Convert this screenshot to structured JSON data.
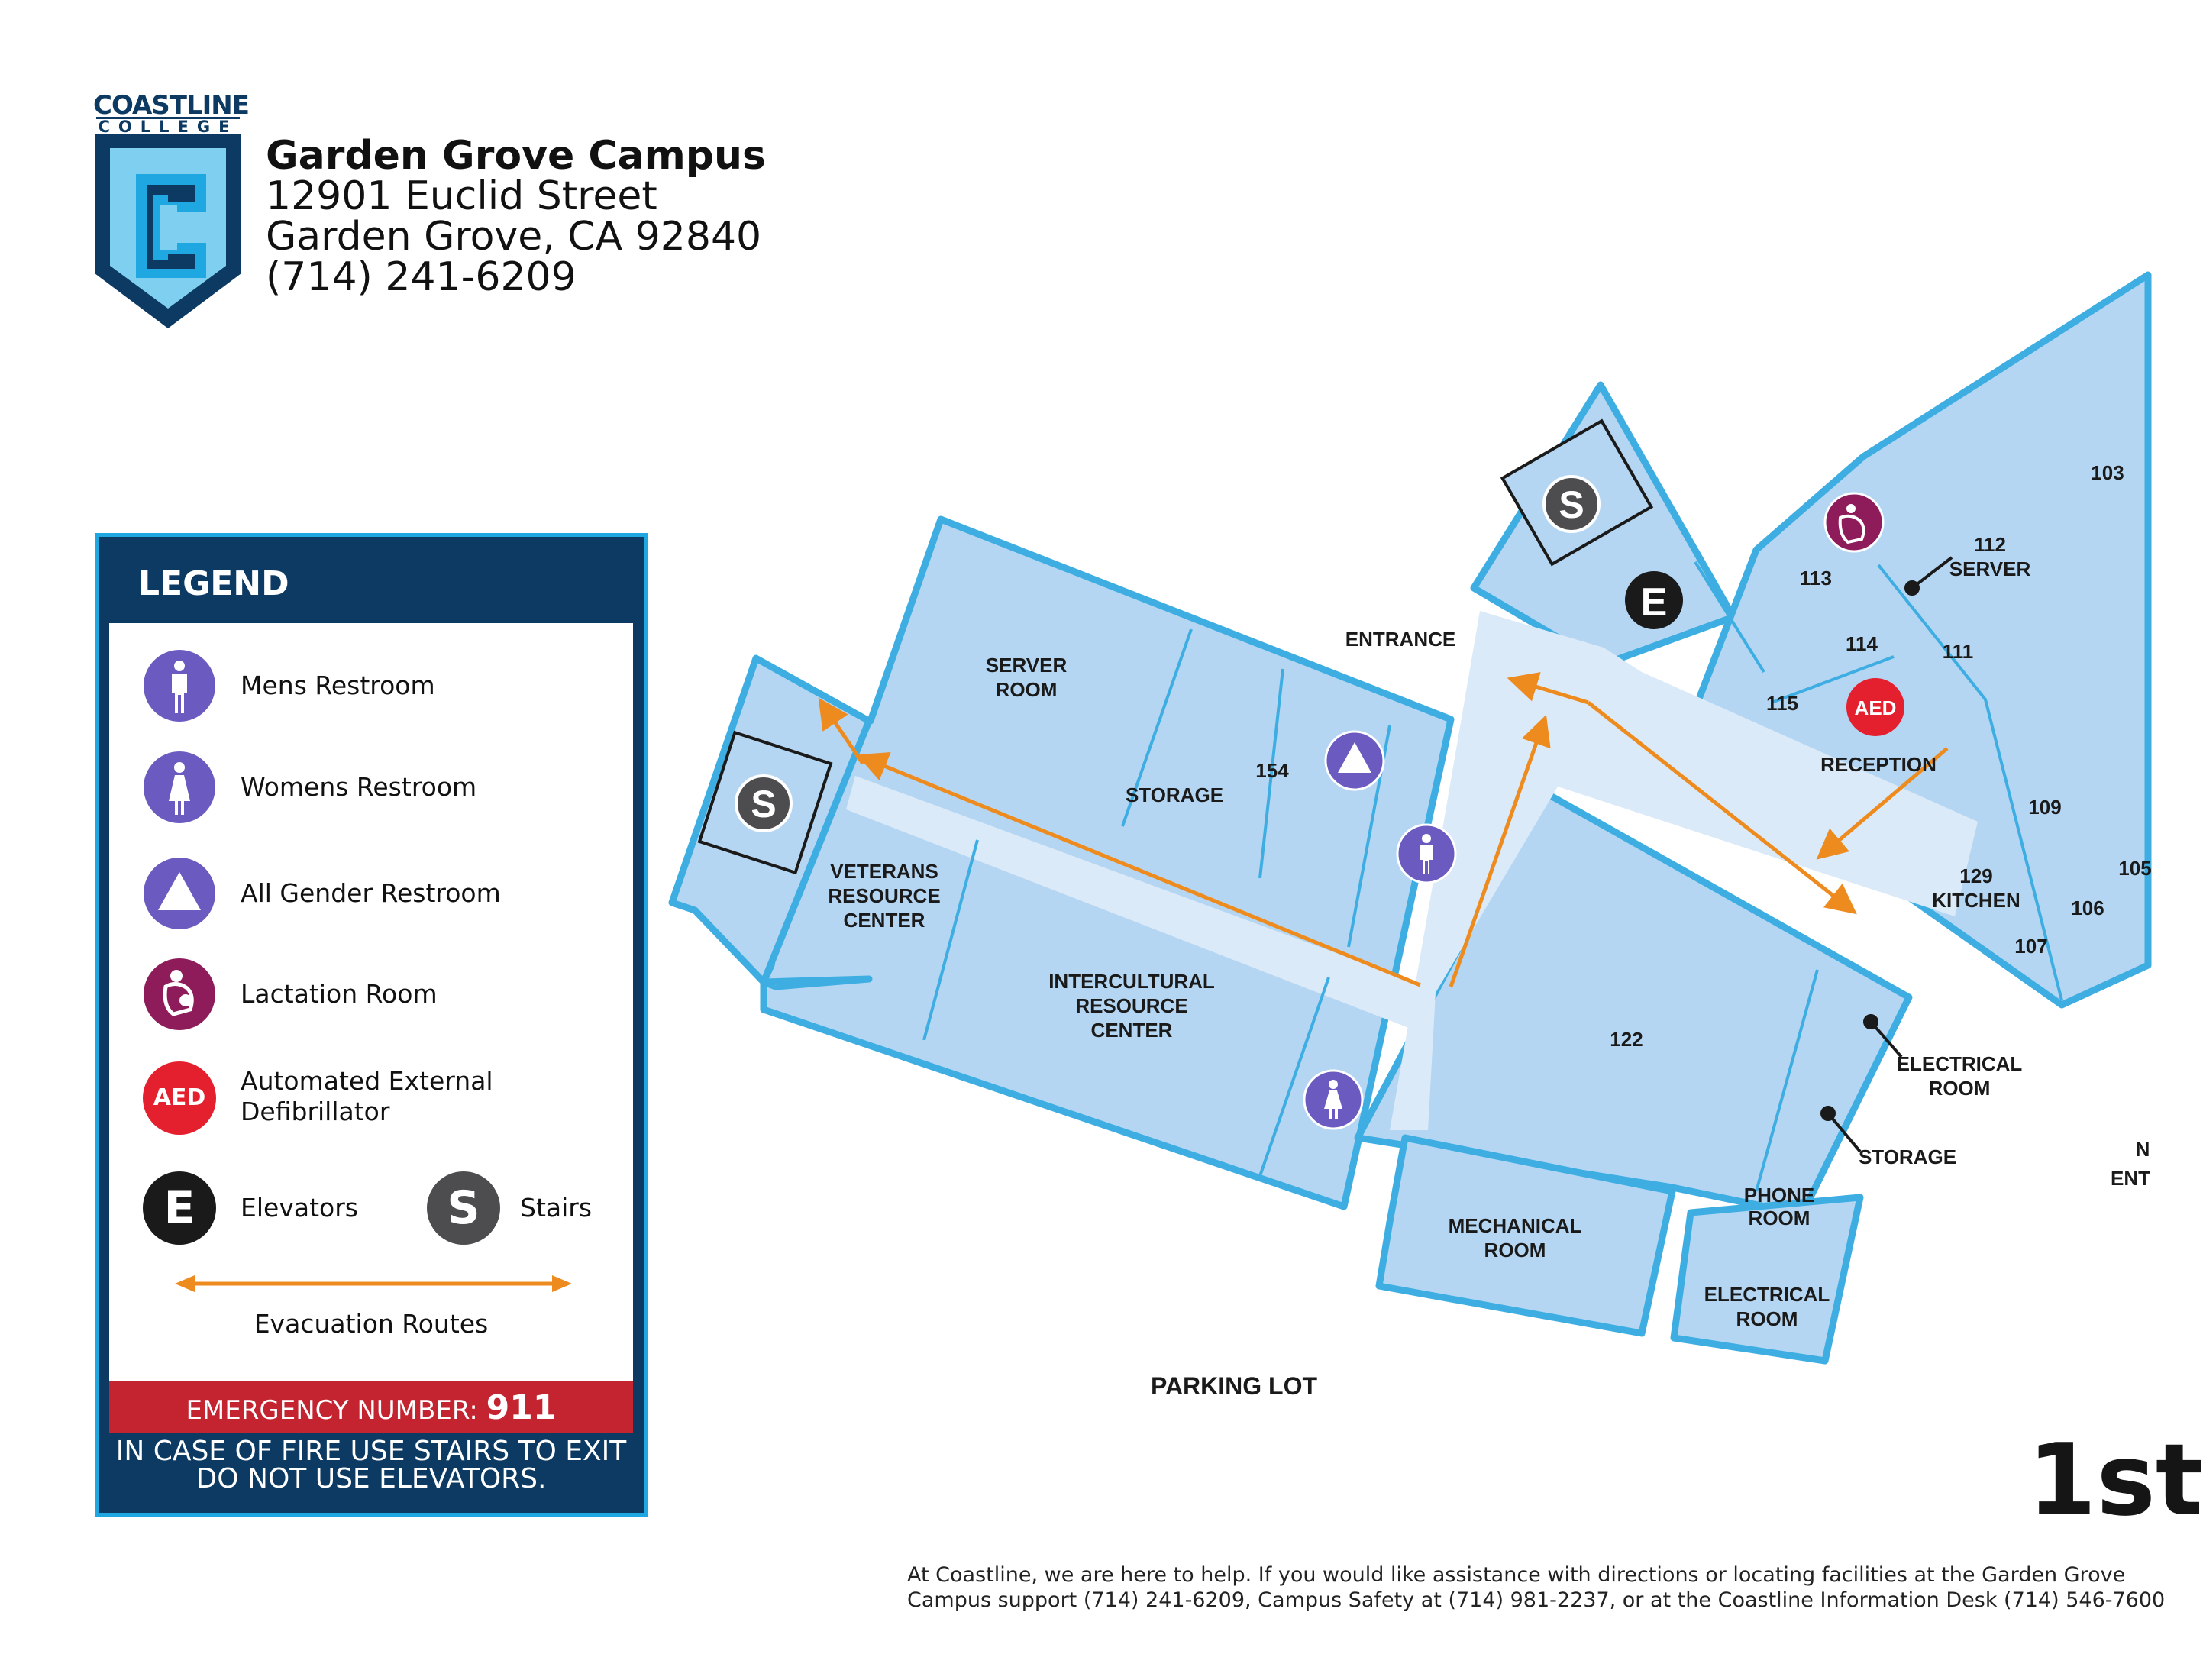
{
  "logo": {
    "word": "COASTLINE",
    "sub": "COLLEGE"
  },
  "campus": {
    "title": "Garden Grove Campus",
    "street": "12901 Euclid Street",
    "city": "Garden Grove, CA 92840",
    "phone": "(714) 241-6209"
  },
  "legend": {
    "title": "LEGEND",
    "items": [
      {
        "icon": "mens-restroom-icon",
        "label": "Mens Restroom",
        "color": "#6b5bc1"
      },
      {
        "icon": "womens-restroom-icon",
        "label": "Womens Restroom",
        "color": "#6b5bc1"
      },
      {
        "icon": "all-gender-restroom-icon",
        "label": "All Gender Restroom",
        "color": "#6b5bc1"
      },
      {
        "icon": "lactation-room-icon",
        "label": "Lactation Room",
        "color": "#8e1c5a"
      },
      {
        "icon": "aed-icon",
        "label": "Automated External Defibrillator",
        "label_line1": "Automated External",
        "label_line2": "Defibrillator",
        "icon_text": "AED",
        "color": "#e5202e"
      },
      {
        "icon": "elevator-icon",
        "label": "Elevators",
        "icon_text": "E",
        "color": "#1a1a1a"
      },
      {
        "icon": "stairs-icon",
        "label": "Stairs",
        "icon_text": "S",
        "color": "#4d4d4f"
      }
    ],
    "evacuation_label": "Evacuation Routes",
    "emergency_prefix": "EMERGENCY NUMBER: ",
    "emergency_number": "911",
    "fire_line1": "IN CASE OF FIRE USE STAIRS TO EXIT",
    "fire_line2": "DO NOT USE ELEVATORS."
  },
  "map_labels": {
    "server_room_1": "SERVER",
    "server_room_2": "ROOM",
    "storage": "STORAGE",
    "r154": "154",
    "veterans_1": "VETERANS",
    "veterans_2": "RESOURCE",
    "veterans_3": "CENTER",
    "intercultural_1": "INTERCULTURAL",
    "intercultural_2": "RESOURCE",
    "intercultural_3": "CENTER",
    "entrance": "ENTRANCE",
    "r122": "122",
    "r113": "113",
    "r114": "114",
    "r115": "115",
    "r111": "111",
    "r112": "112",
    "server": "SERVER",
    "r103": "103",
    "r109": "109",
    "r129": "129",
    "kitchen": "KITCHEN",
    "r106": "106",
    "r107": "107",
    "r105": "105",
    "reception": "RECEPTION",
    "electrical_1": "ELECTRICAL",
    "electrical_2": "ROOM",
    "storage2": "STORAGE",
    "phone_1": "PHONE",
    "phone_2": "ROOM",
    "mechanical_1": "MECHANICAL",
    "mechanical_2": "ROOM",
    "electrical_b1": "ELECTRICAL",
    "electrical_b2": "ROOM",
    "parking": "PARKING LOT",
    "side_1": "N",
    "side_2": "ENT",
    "aed": "AED",
    "elev": "E",
    "stairs": "S"
  },
  "floor_label": "1st",
  "footer": {
    "line1": "At Coastline, we are here to help. If you would like assistance with directions or locating facilities at the Garden Grove",
    "line2": "Campus support (714) 241-6209, Campus Safety at (714) 981-2237, or at the Coastline Information Desk (714) 546-7600"
  },
  "colors": {
    "room_fill": "#b5d6f2",
    "corridor": "#dbeaf8",
    "wall": "#3eaee2",
    "route": "#ee8b1f",
    "navy": "#0c3a63",
    "emergency": "#c42330"
  }
}
